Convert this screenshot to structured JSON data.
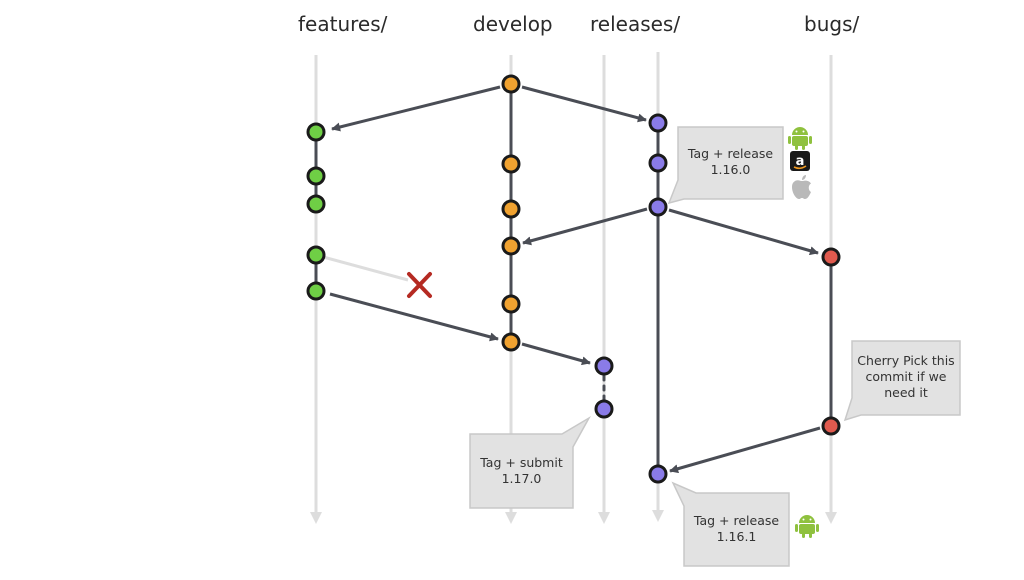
{
  "lanes": {
    "features": "features/",
    "develop": "develop",
    "releases": "releases/",
    "bugs": "bugs/"
  },
  "callouts": {
    "release_1160": {
      "line1": "Tag + release",
      "line2": "1.16.0"
    },
    "submit_1170": {
      "line1": "Tag + submit",
      "line2": "1.17.0"
    },
    "release_1161": {
      "line1": "Tag + release",
      "line2": "1.16.1"
    },
    "cherry_pick": {
      "line1": "Cherry Pick this",
      "line2": "commit if we",
      "line3": "need it"
    }
  },
  "colors": {
    "feature": "#6fcf45",
    "develop": "#f0a230",
    "release": "#8a7be8",
    "bug": "#e05a4e",
    "lane": "#dddddd",
    "arrow": "#4a4d55",
    "callout_bg": "#e2e2e2",
    "abandon": "#b52a22",
    "android": "#8fc13e"
  },
  "icons": {
    "release_1160": [
      "android-icon",
      "amazon-icon",
      "apple-icon"
    ],
    "release_1161": [
      "android-icon"
    ],
    "abandoned_merge": "x-icon"
  }
}
